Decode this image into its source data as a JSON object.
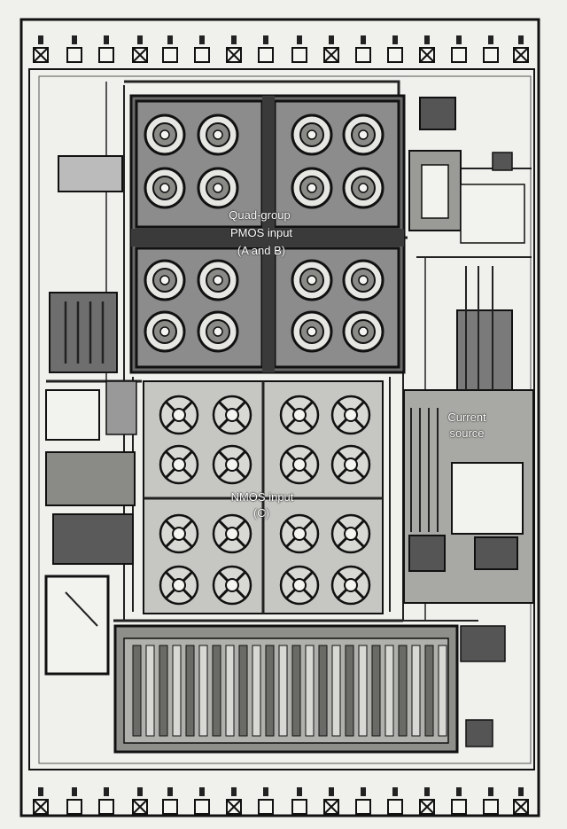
{
  "figure": {
    "labels": {
      "pmos_group": "Quad-group",
      "pmos_name": "PMOS input",
      "pmos_sub": "(A and B)",
      "current_line1": "Current",
      "current_line2": "source",
      "nmos_name": "NMOS input",
      "nmos_sub": "(C)"
    }
  },
  "colors": {
    "ink": "#111111",
    "metal": "#3a3a3a",
    "paper": "#f4f4f1",
    "label": "#ffffff"
  },
  "icons": {
    "bond_pad": "bond-pad-icon",
    "pmos_transistor": "pmos-transistor-icon",
    "nmos_transistor": "nmos-transistor-icon"
  }
}
